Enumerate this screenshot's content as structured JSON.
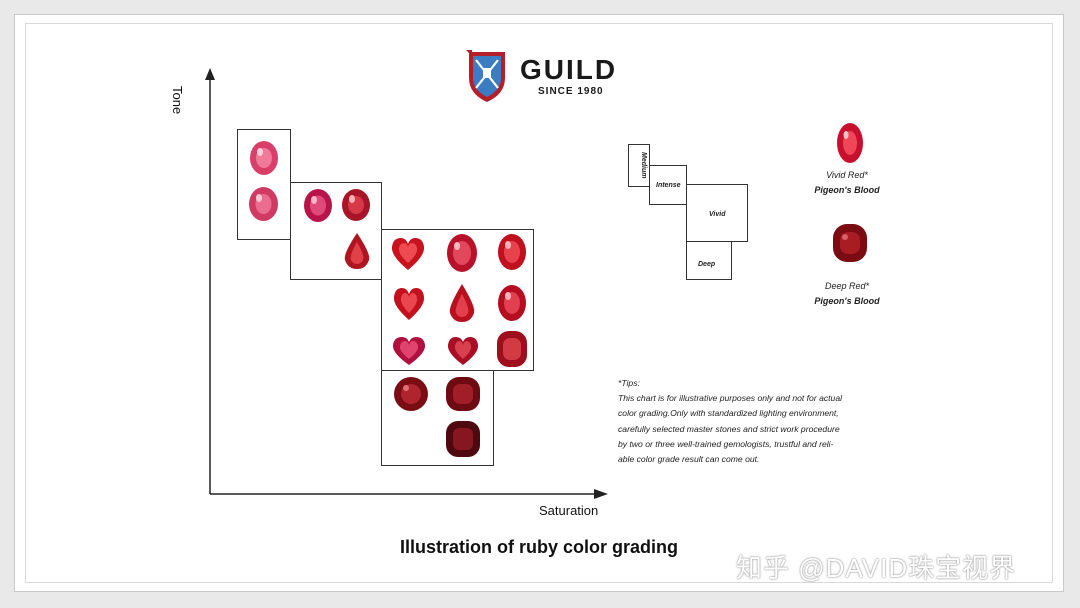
{
  "logo": {
    "name": "GUILD",
    "since": "SINCE 1980"
  },
  "axes": {
    "y_label": "Tone",
    "x_label": "Saturation"
  },
  "title": "Illustration of ruby color grading",
  "scale_steps": [
    "Medium",
    "Intense",
    "Vivid",
    "Deep"
  ],
  "legend": [
    {
      "name": "Vivid Red*",
      "sub": "Pigeon's Blood",
      "color": "#c8102e"
    },
    {
      "name": "Deep Red*",
      "sub": "Pigeon's Blood",
      "color": "#7a0c12"
    }
  ],
  "tips": {
    "heading": "*Tips:",
    "lines": [
      "This chart is for illustrative purposes only and not for actual",
      "color grading.Only with standardized lighting environment,",
      "carefully selected master stones and strict work procedure",
      "by two or three well-trained gemologists, trustful and reli-",
      "able color grade result can come out."
    ]
  },
  "watermark": "知乎 @DAVID珠宝视界",
  "colors": {
    "pink": "#e0527a",
    "bright_red": "#cc1a2c",
    "deep_red": "#7a0c14",
    "logo_blue": "#3b7cc2",
    "logo_red": "#b4202a"
  }
}
